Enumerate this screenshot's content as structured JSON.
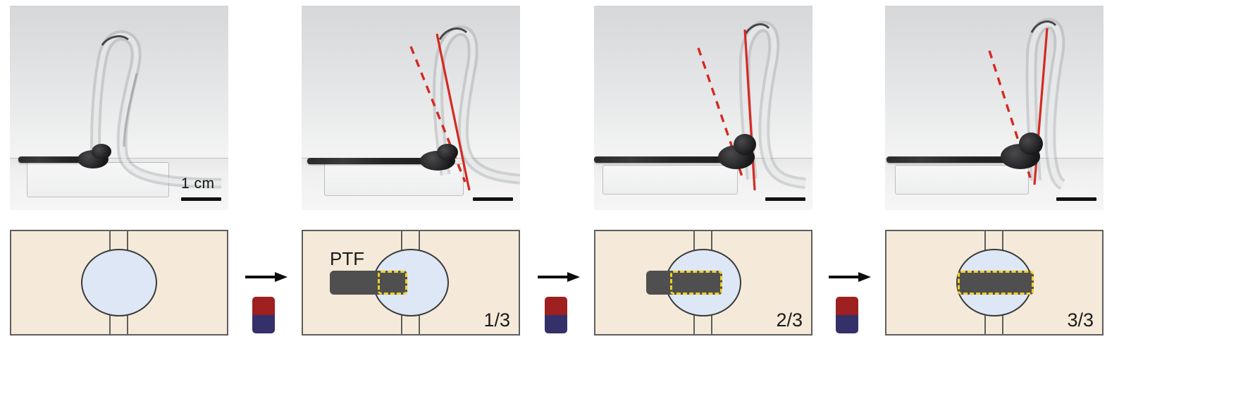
{
  "figure": {
    "type": "scientific-figure",
    "rows": 2,
    "columns": 4
  },
  "photos": [
    {
      "id": "photo-1",
      "step": 1,
      "scale_bar": {
        "label": "1 cm",
        "visible": true
      },
      "angle_lines": {
        "solid_red": false,
        "dashed_red": false
      },
      "description": "transparent soft actuator with dark conductive trace, lightly bent"
    },
    {
      "id": "photo-2",
      "step": 2,
      "scale_bar": {
        "label": "",
        "visible": true
      },
      "angle_lines": {
        "solid_red": true,
        "dashed_red": true
      },
      "description": "actuator bent further, red solid and dashed reference lines"
    },
    {
      "id": "photo-3",
      "step": 3,
      "scale_bar": {
        "label": "",
        "visible": true
      },
      "angle_lines": {
        "solid_red": true,
        "dashed_red": true
      },
      "description": "actuator bent near vertical, red solid and dashed reference lines"
    },
    {
      "id": "photo-4",
      "step": 4,
      "scale_bar": {
        "label": "",
        "visible": true
      },
      "angle_lines": {
        "solid_red": true,
        "dashed_red": true
      },
      "description": "actuator fully upright, red solid and dashed reference lines"
    }
  ],
  "schematics": [
    {
      "id": "schematic-1",
      "ptf_label": "",
      "fraction_label": "",
      "ptf_bar_visible": false,
      "overlap_visible": false,
      "overlap_fraction": 0
    },
    {
      "id": "schematic-2",
      "ptf_label": "PTF",
      "fraction_label": "1/3",
      "ptf_bar_visible": true,
      "overlap_visible": true,
      "overlap_fraction": 0.333
    },
    {
      "id": "schematic-3",
      "ptf_label": "",
      "fraction_label": "2/3",
      "ptf_bar_visible": true,
      "overlap_visible": true,
      "overlap_fraction": 0.667
    },
    {
      "id": "schematic-4",
      "ptf_label": "",
      "fraction_label": "3/3",
      "ptf_bar_visible": true,
      "overlap_visible": true,
      "overlap_fraction": 1.0
    }
  ],
  "connectors": [
    {
      "id": "connector-1",
      "arrow": "right-arrow",
      "swatch_top": "#9e2020",
      "swatch_bottom": "#33306a"
    },
    {
      "id": "connector-2",
      "arrow": "right-arrow",
      "swatch_top": "#9e2020",
      "swatch_bottom": "#33306a"
    },
    {
      "id": "connector-3",
      "arrow": "right-arrow",
      "swatch_top": "#9e2020",
      "swatch_bottom": "#33306a"
    }
  ],
  "colors": {
    "substrate_beige": "#f5ead9",
    "chamber_blue": "#dde7f5",
    "ptf_gray": "#4f4f4f",
    "overlap_dash_yellow": "#f2d024",
    "outline_gray": "#5e5e5e",
    "angle_line_red": "#d42a22",
    "swatch_red": "#9e2020",
    "swatch_blue": "#33306a"
  }
}
